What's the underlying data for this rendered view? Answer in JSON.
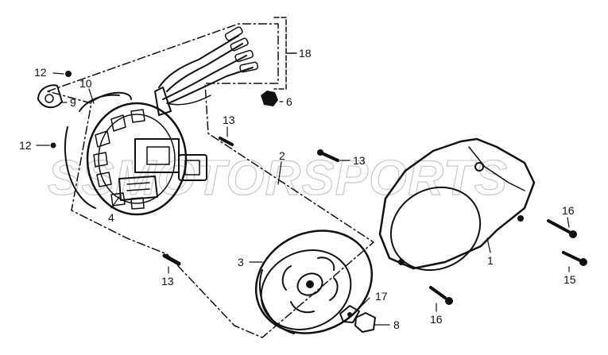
{
  "watermark": "SSMOTORSPORTS",
  "callouts": {
    "c1": "1",
    "c2": "2",
    "c3": "3",
    "c4": "4",
    "c6": "6",
    "c8": "8",
    "c9": "9",
    "c10": "10",
    "c12a": "12",
    "c12b": "12",
    "c13a": "13",
    "c13b": "13",
    "c13c": "13",
    "c15": "15",
    "c16a": "16",
    "c16b": "16",
    "c17": "17",
    "c18": "18"
  },
  "parts": [
    "stator-assembly",
    "flywheel-rotor",
    "magneto-cover",
    "wiring-harness",
    "bolts",
    "nuts",
    "washers"
  ]
}
